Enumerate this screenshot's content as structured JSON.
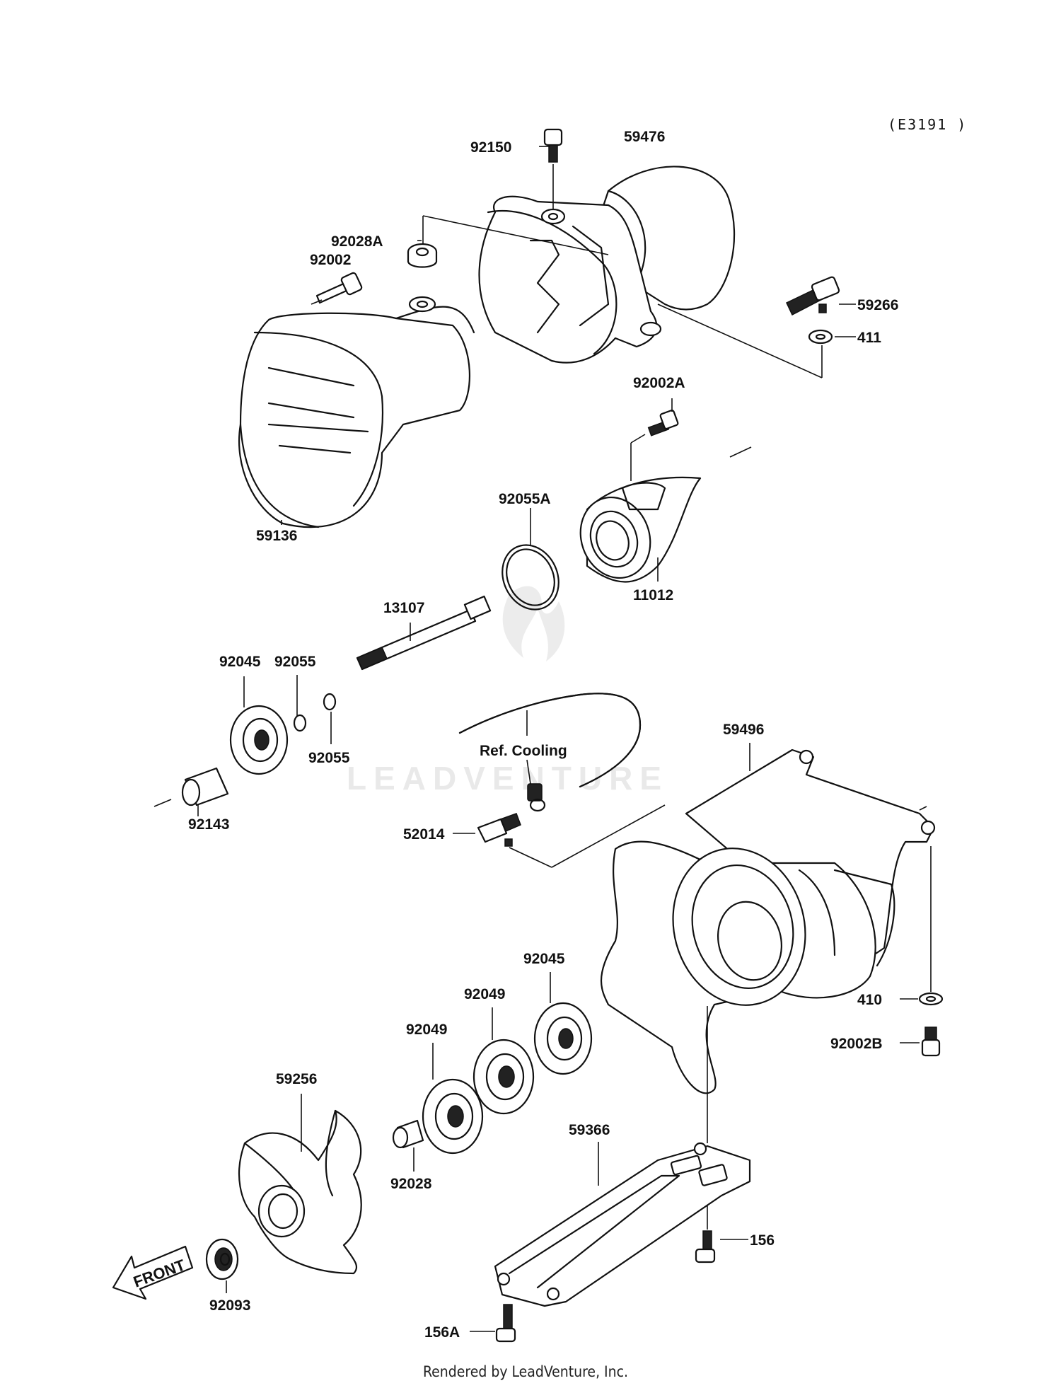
{
  "diagram": {
    "ref_code": "(E3191 )",
    "footer": "Rendered by LeadVenture, Inc.",
    "watermark": "LEADVENTURE",
    "cooling_note": "Ref. Cooling",
    "front_marker": "FRONT",
    "part_labels": {
      "p92150": "92150",
      "p59476": "59476",
      "p92028A": "92028A",
      "p92002": "92002",
      "p59266": "59266",
      "p411": "411",
      "p92002A": "92002A",
      "p92055A": "92055A",
      "p11012": "11012",
      "p59136": "59136",
      "p13107": "13107",
      "p92045a": "92045",
      "p92055a": "92055",
      "p92055b": "92055",
      "p92143": "92143",
      "p59496": "59496",
      "p52014": "52014",
      "p92045b": "92045",
      "p92049a": "92049",
      "p92049b": "92049",
      "p410": "410",
      "p92002B": "92002B",
      "p59256": "59256",
      "p92028": "92028",
      "p59366": "59366",
      "p156": "156",
      "p156A": "156A",
      "p92093": "92093"
    }
  }
}
